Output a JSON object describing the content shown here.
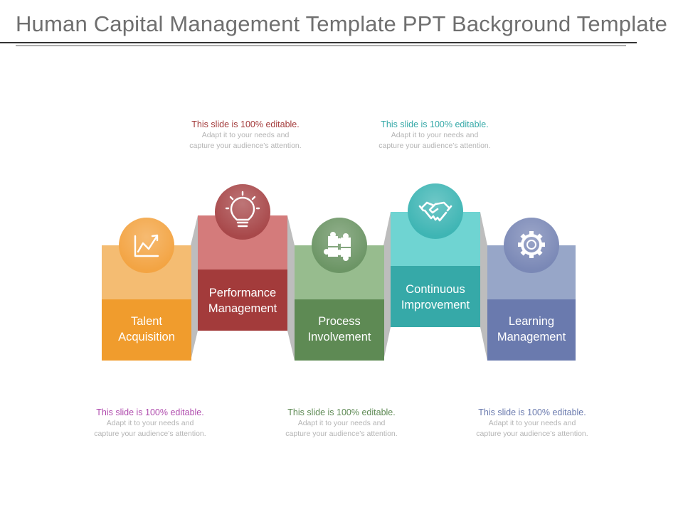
{
  "title": "Human Capital Management Template PPT Background Template",
  "steps": [
    {
      "line1": "Talent",
      "line2": "Acquisition",
      "icon": "chart-growth-icon",
      "light": "#F4BC72",
      "dark": "#F09C2D",
      "circle": "#F3A443"
    },
    {
      "line1": "Performance",
      "line2": "Management",
      "icon": "lightbulb-icon",
      "light": "#D47B7B",
      "dark": "#A33B3B",
      "circle": "#A8484A"
    },
    {
      "line1": "Process",
      "line2": "Involvement",
      "icon": "puzzle-icon",
      "light": "#97BC8E",
      "dark": "#5E8A54",
      "circle": "#6C9565"
    },
    {
      "line1": "Continuous",
      "line2": "Improvement",
      "icon": "handshake-icon",
      "light": "#6FD4D2",
      "dark": "#36A9A8",
      "circle": "#3EB5B4"
    },
    {
      "line1": "Learning",
      "line2": "Management",
      "icon": "gear-icon",
      "light": "#97A6C8",
      "dark": "#6A7AAE",
      "circle": "#7A88B6"
    }
  ],
  "notes": [
    {
      "head": "This slide is 100% editable.",
      "body1": "Adapt it to your needs and",
      "body2": "capture your audience’s attention.",
      "color": "#A33B3B"
    },
    {
      "head": "This slide is 100% editable.",
      "body1": "Adapt it to your needs and",
      "body2": "capture your audience’s attention.",
      "color": "#36A9A8"
    },
    {
      "head": "This slide is 100% editable.",
      "body1": "Adapt it to your needs and",
      "body2": "capture your audience’s attention.",
      "color": "#B04DAE"
    },
    {
      "head": "This slide is 100% editable.",
      "body1": "Adapt it to your needs and",
      "body2": "capture your audience’s attention.",
      "color": "#5E8A54"
    },
    {
      "head": "This slide is 100% editable.",
      "body1": "Adapt it to your needs and",
      "body2": "capture your audience’s attention.",
      "color": "#6A7AAE"
    }
  ]
}
